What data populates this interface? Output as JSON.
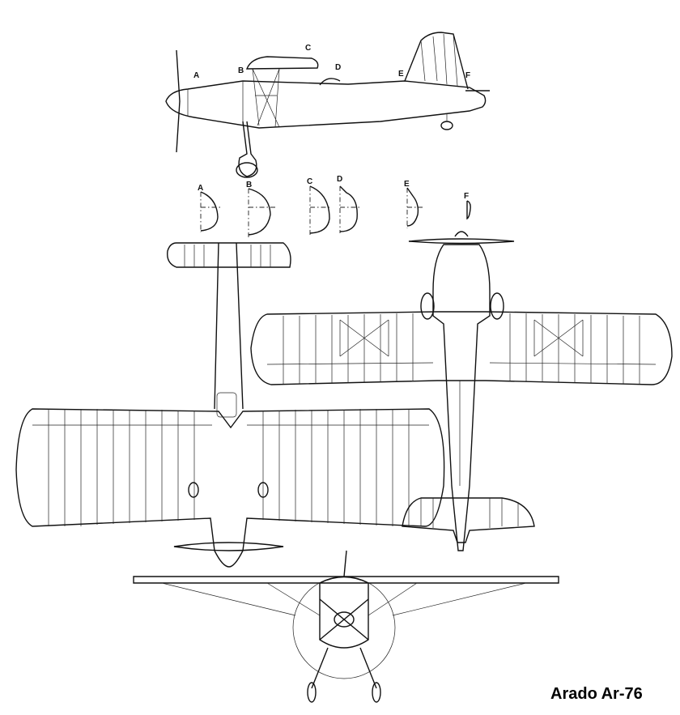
{
  "title": "Arado Ar-76",
  "section_labels": [
    "A",
    "B",
    "C",
    "D",
    "E",
    "F"
  ],
  "views": [
    "side-view",
    "underside-plan-view",
    "top-plan-view",
    "front-view"
  ]
}
